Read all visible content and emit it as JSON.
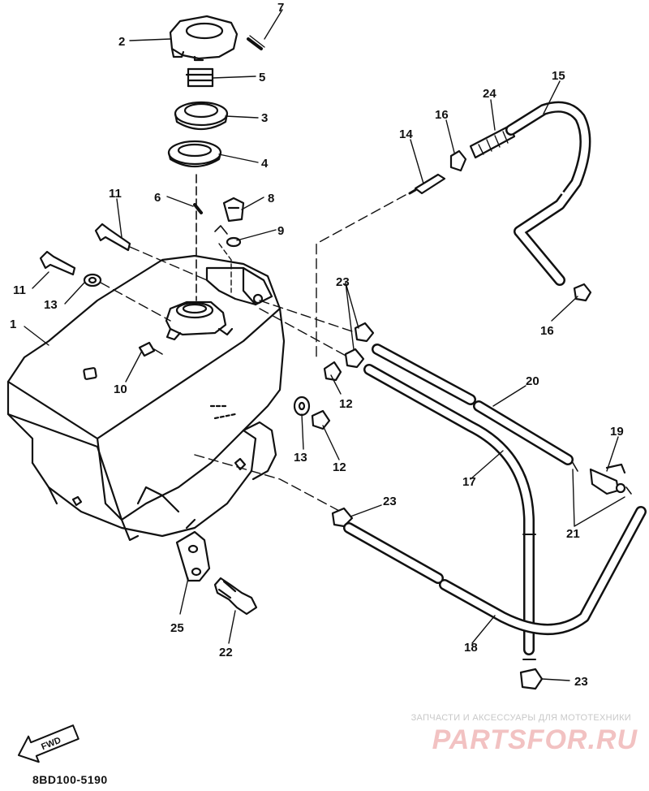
{
  "callouts": [
    {
      "id": "c7",
      "label": "7"
    },
    {
      "id": "c2",
      "label": "2"
    },
    {
      "id": "c5",
      "label": "5"
    },
    {
      "id": "c3",
      "label": "3"
    },
    {
      "id": "c4",
      "label": "4"
    },
    {
      "id": "c6",
      "label": "6"
    },
    {
      "id": "c8",
      "label": "8"
    },
    {
      "id": "c9",
      "label": "9"
    },
    {
      "id": "c11a",
      "label": "11"
    },
    {
      "id": "c11b",
      "label": "11"
    },
    {
      "id": "c13a",
      "label": "13"
    },
    {
      "id": "c1",
      "label": "1"
    },
    {
      "id": "c10",
      "label": "10"
    },
    {
      "id": "c14",
      "label": "14"
    },
    {
      "id": "c16a",
      "label": "16"
    },
    {
      "id": "c24",
      "label": "24"
    },
    {
      "id": "c15",
      "label": "15"
    },
    {
      "id": "c16b",
      "label": "16"
    },
    {
      "id": "c23a",
      "label": "23"
    },
    {
      "id": "c12a",
      "label": "12"
    },
    {
      "id": "c13b",
      "label": "13"
    },
    {
      "id": "c12b",
      "label": "12"
    },
    {
      "id": "c20",
      "label": "20"
    },
    {
      "id": "c17",
      "label": "17"
    },
    {
      "id": "c19",
      "label": "19"
    },
    {
      "id": "c21",
      "label": "21"
    },
    {
      "id": "c23b",
      "label": "23"
    },
    {
      "id": "c25",
      "label": "25"
    },
    {
      "id": "c22",
      "label": "22"
    },
    {
      "id": "c18",
      "label": "18"
    },
    {
      "id": "c23c",
      "label": "23"
    }
  ],
  "fwd_label": "FWD",
  "diagram_code": "8BD100-5190",
  "watermark": {
    "tagline": "ЗАПЧАСТИ И АКСЕССУАРЫ ДЛЯ МОТОТЕХНИКИ",
    "logo": "PARTSFOR.RU"
  },
  "colors": {
    "ink": "#111111",
    "background": "#ffffff",
    "watermark_logo": "#f2c2c2",
    "watermark_text": "#c8c8c8"
  }
}
